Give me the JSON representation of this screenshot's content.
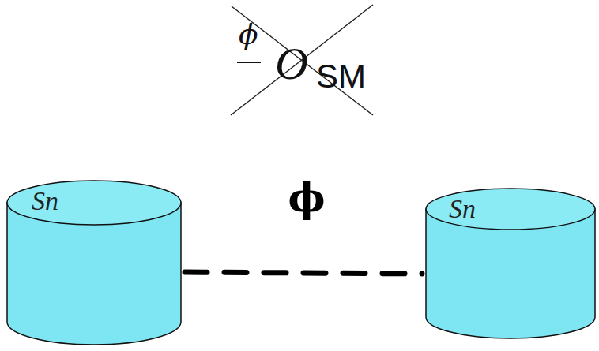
{
  "diagram": {
    "nodes": [
      {
        "text": [
          "Sn"
        ]
      },
      {
        "text": [
          "Sn"
        ]
      }
    ],
    "edges": [
      {
        "from": 0,
        "to": 1,
        "arrow": "none",
        "label": "ϕ"
      }
    ],
    "labels": [
      "ϕ",
      "O",
      "SM"
    ]
  }
}
